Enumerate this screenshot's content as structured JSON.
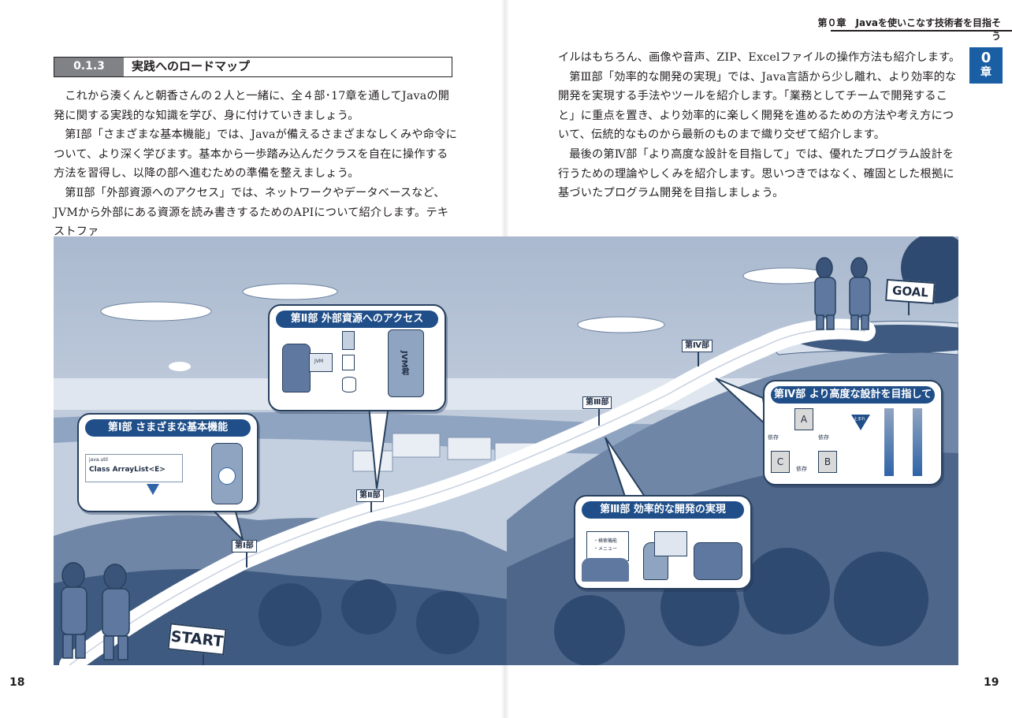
{
  "header": {
    "chapter_title": "第０章　Javaを使いこなす技術者を目指そう",
    "tab_number": "0",
    "tab_unit": "章"
  },
  "section": {
    "number": "0.1.3",
    "title": "実践へのロードマップ"
  },
  "left_paragraphs": [
    "これから湊くんと朝香さんの２人と一緒に、全４部･17章を通してJavaの開発に関する実践的な知識を学び、身に付けていきましょう。",
    "第Ⅰ部「さまざまな基本機能」では、Javaが備えるさまざまなしくみや命令について、より深く学びます。基本から一歩踏み込んだクラスを自在に操作する方法を習得し、以降の部へ進むための準備を整えましょう。",
    "第Ⅱ部「外部資源へのアクセス」では、ネットワークやデータベースなど、JVMから外部にある資源を読み書きするためのAPIについて紹介します。テキストファ"
  ],
  "right_paragraphs": [
    "イルはもちろん、画像や音声、ZIP、Excelファイルの操作方法も紹介します。",
    "第Ⅲ部「効率的な開発の実現」では、Java言語から少し離れ、より効率的な開発を実現する手法やツールを紹介します。「業務としてチームで開発すること」に重点を置き、より効率的に楽しく開発を進めるための方法や考え方について、伝統的なものから最新のものまで織り交ぜて紹介します。",
    "最後の第Ⅳ部「より高度な設計を目指して」では、優れたプログラム設計を行うための理論やしくみを紹介します。思いつきではなく、確固とした根拠に基づいたプログラム開発を目指しましょう。"
  ],
  "folio": {
    "left": "18",
    "right": "19"
  },
  "illustration": {
    "start_sign": "START",
    "goal_sign": "GOAL",
    "part_signs": [
      "第Ⅰ部",
      "第Ⅱ部",
      "第Ⅲ部",
      "第Ⅳ部"
    ],
    "callouts": {
      "part1": {
        "title": "第Ⅰ部 さまざまな基本機能",
        "package": "java.util",
        "class_label": "Class ArrayList<E>"
      },
      "part2": {
        "title": "第Ⅱ部 外部資源へのアクセス",
        "robot_label": "JVM君",
        "monitor_label": "JVM"
      },
      "part3": {
        "title": "第Ⅲ部 効率的な開発の実現",
        "board_line1": "・検索機能",
        "board_line2": "・メニュー"
      },
      "part4": {
        "title": "第Ⅳ部 より高度な設計を目指して",
        "node_a": "A",
        "node_b": "B",
        "node_c": "C",
        "dep": "依存",
        "stop_sign": "止まれ"
      }
    }
  }
}
